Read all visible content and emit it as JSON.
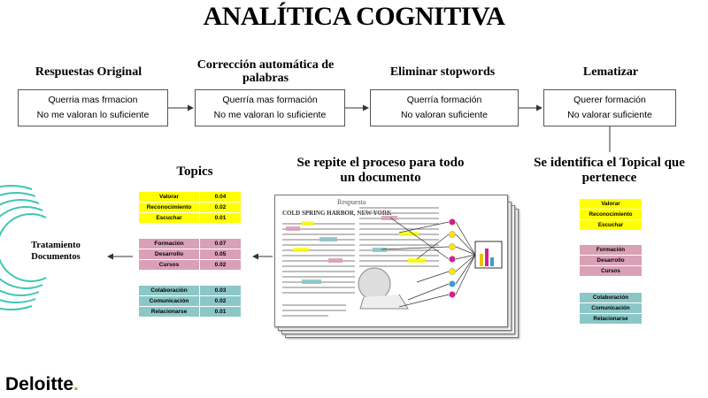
{
  "title": "ANALÍTICA COGNITIVA",
  "steps": [
    {
      "label": "Respuestas Original",
      "lines": [
        "Querria mas frmacion",
        "No me valoran lo suficiente"
      ]
    },
    {
      "label": "Corrección automática de palabras",
      "lines": [
        "Querría mas formación",
        "No me valoran lo suficiente"
      ]
    },
    {
      "label": "Eliminar stopwords",
      "lines": [
        "Querría formación",
        "No valoran suficiente"
      ]
    },
    {
      "label": "Lematizar",
      "lines": [
        "Querer formación",
        "No valorar suficiente"
      ]
    }
  ],
  "topics_label": "Topics",
  "repeat_label": "Se repite el proceso para todo un documento",
  "identify_label": "Se identifica el Topical que pertenece",
  "treatment_label": "Tratamiento Documentos",
  "topics": [
    {
      "color": "#ffff00",
      "rows": [
        {
          "term": "Valorar",
          "value": "0.04"
        },
        {
          "term": "Reconocimiento",
          "value": "0.02"
        },
        {
          "term": "Escuchar",
          "value": "0.01"
        }
      ]
    },
    {
      "color": "#d9a0b6",
      "rows": [
        {
          "term": "Formación",
          "value": "0.07"
        },
        {
          "term": "Desarrollo",
          "value": "0.05"
        },
        {
          "term": "Cursos",
          "value": "0.02"
        }
      ]
    },
    {
      "color": "#8cc7c7",
      "rows": [
        {
          "term": "Colaboración",
          "value": "0.03"
        },
        {
          "term": "Comunicación",
          "value": "0.02"
        },
        {
          "term": "Relacionarse",
          "value": "0.01"
        }
      ]
    }
  ],
  "identified": [
    {
      "color": "#ffff00",
      "terms": [
        "Valorar",
        "Reconocimiento",
        "Escuchar"
      ]
    },
    {
      "color": "#d9a0b6",
      "terms": [
        "Formación",
        "Desarrollo",
        "Cursos"
      ]
    },
    {
      "color": "#8cc7c7",
      "terms": [
        "Colaboración",
        "Comunicación",
        "Relacionarse"
      ]
    }
  ],
  "document": {
    "header": "Respuesta",
    "lead": "COLD SPRING HARBOR, NEW YORK—"
  },
  "logo": {
    "name": "Deloitte",
    "dot": "."
  },
  "colors": {
    "yellow": "#ffff00",
    "pink": "#d9a0b6",
    "teal": "#8cc7c7",
    "ring": "#3cc8b4",
    "brand_green": "#86bc25"
  }
}
